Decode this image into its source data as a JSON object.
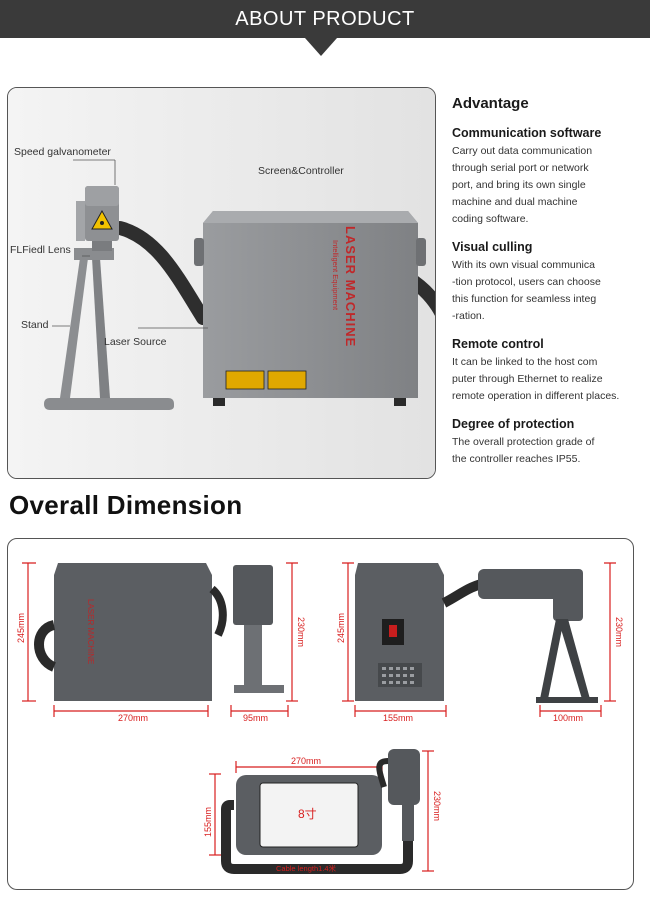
{
  "header": {
    "title": "ABOUT PRODUCT"
  },
  "photo": {
    "labels": {
      "speed_galvanometer": "Speed galvanometer",
      "screen_controller": "Screen&Controller",
      "fl_lens": "FLFiedl Lens",
      "stand": "Stand",
      "laser_source": "Laser Source"
    },
    "machine_brand": "LASER MACHINE",
    "machine_subtitle": "Intelligent Equipment"
  },
  "advantage": {
    "title": "Advantage",
    "features": [
      {
        "title": "Communication software",
        "lines": [
          "Carry out data communication",
          "through serial port or network",
          "port, and bring its own single",
          "machine and dual machine",
          "coding software."
        ]
      },
      {
        "title": "Visual culling",
        "lines": [
          "With its own visual communica",
          "-tion protocol, users can choose",
          "this function for seamless integ",
          "-ration."
        ]
      },
      {
        "title": "Remote control",
        "lines": [
          "It can be linked to the host com",
          "puter through Ethernet to realize",
          "remote operation in different places."
        ]
      },
      {
        "title": "Degree of protection",
        "lines": [
          "The overall protection grade of",
          "the controller reaches IP55."
        ]
      }
    ]
  },
  "dimension": {
    "heading": "Overall Dimension",
    "front": {
      "height": "245mm",
      "width": "270mm",
      "head_width": "95mm",
      "head_height": "230mm"
    },
    "side": {
      "height": "245mm",
      "width": "155mm",
      "stand_width": "100mm",
      "stand_height": "230mm"
    },
    "top": {
      "width": "270mm",
      "depth": "155mm",
      "side_height": "230mm",
      "screen_label": "8寸",
      "cable": "Cable length1.4米"
    }
  },
  "colors": {
    "banner": "#3a3a3a",
    "dimension_red": "#d81e1e",
    "machine_grey": "#8e9093",
    "brand_red": "#c0282a"
  }
}
